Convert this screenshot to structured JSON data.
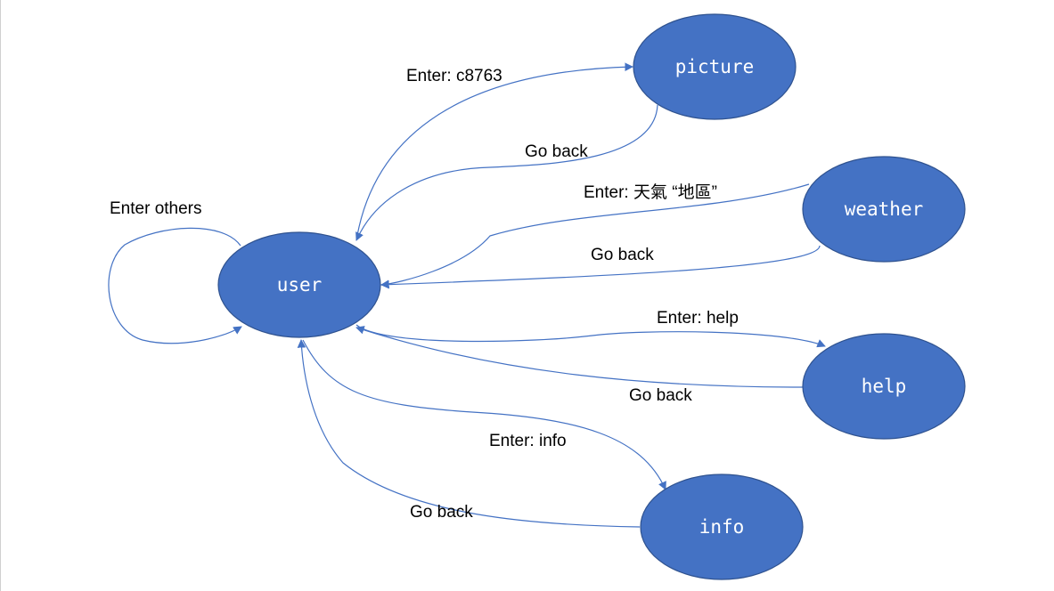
{
  "diagram": {
    "colors": {
      "node_fill": "#4472C4",
      "node_stroke": "#2F528F",
      "edge": "#4472C4",
      "label_text": "#000000",
      "node_text": "#FFFFFF"
    },
    "nodes": {
      "user": "user",
      "picture": "picture",
      "weather": "weather",
      "help": "help",
      "info": "info"
    },
    "edges": {
      "self_loop": "Enter others",
      "to_picture": "Enter: c8763",
      "from_picture": "Go back",
      "to_weather": "Enter: 天氣 “地區”",
      "from_weather": "Go back",
      "to_help": "Enter: help",
      "from_help": "Go back",
      "to_info": "Enter: info",
      "from_info": "Go back"
    }
  }
}
